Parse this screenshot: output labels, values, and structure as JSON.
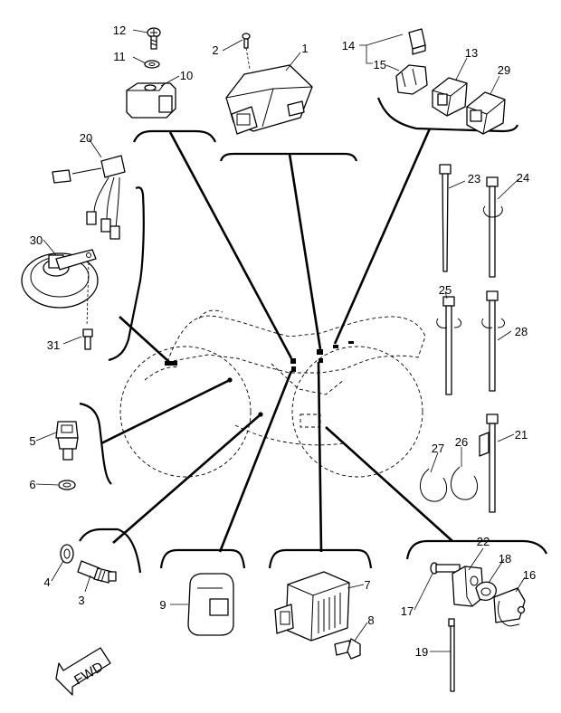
{
  "diagram": {
    "arrow_text": "FWD",
    "callouts": [
      "1",
      "2",
      "3",
      "4",
      "5",
      "6",
      "7",
      "8",
      "9",
      "10",
      "11",
      "12",
      "13",
      "14",
      "15",
      "16",
      "17",
      "18",
      "19",
      "20",
      "21",
      "22",
      "23",
      "24",
      "25",
      "26",
      "27",
      "28",
      "29",
      "30",
      "31"
    ]
  }
}
